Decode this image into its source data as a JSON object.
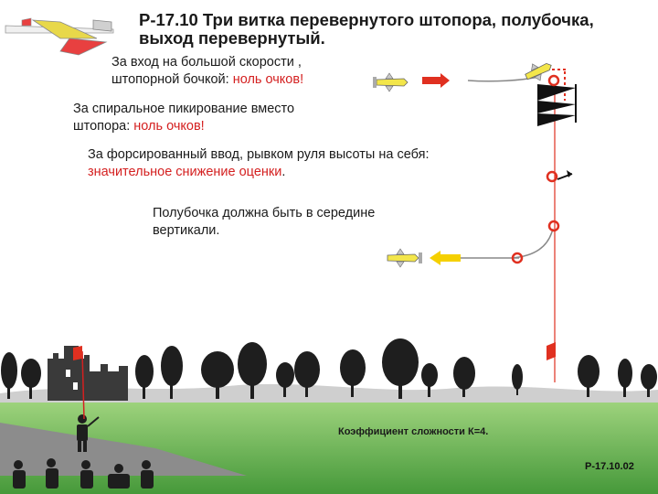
{
  "title": {
    "line1": "Р-17.10 Три витка перевернутого штопора, полубочка,",
    "line2": "выход перевернутый."
  },
  "notes": [
    {
      "text_line1": "За вход на большой скорости ,",
      "text_line2_black": "штопорной бочкой: ",
      "text_line2_red": "ноль очков!"
    },
    {
      "text_line1": "За спиральное пикирование вместо",
      "text_line2_black": "штопора: ",
      "text_line2_red": "ноль очков!"
    },
    {
      "text_line1": "За форсированный ввод, рывком руля высоты на себя:",
      "text_line2_black": "",
      "text_line2_red": "значительное снижение оценки",
      "text_line2_tail": "."
    },
    {
      "text_line1": "Полубочка должна быть в середине",
      "text_line2_black": "вертикали.",
      "text_line2_red": ""
    }
  ],
  "coefficient": "Коэффициент сложности К=4.",
  "figure_code": "Р-17.10.02",
  "colors": {
    "sky": "#ffffff",
    "grass_top": "#9fd07c",
    "grass_bottom": "#4b9b3a",
    "runway": "#8a8a8a",
    "hills": "#cfcfcf",
    "trees": "#1c1c1c",
    "castle": "#3a3a3a",
    "flight_path": "#8a8a8a",
    "markers": "#e03020",
    "vertical_line": "#e03020",
    "entry_arrow": "#e03020",
    "exit_arrow": "#f5d000",
    "plane_body": "#f3e64a",
    "spin_flags": "#111111"
  }
}
